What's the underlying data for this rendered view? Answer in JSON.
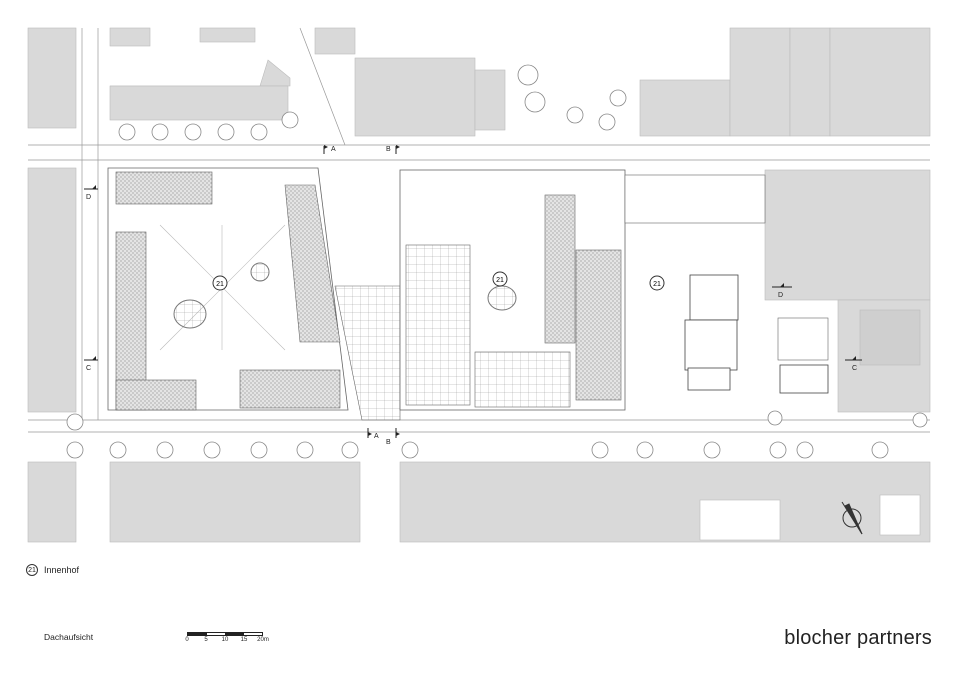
{
  "plan": {
    "courtyard_number": "21",
    "section_marks": {
      "a": "A",
      "b": "B",
      "c": "C",
      "d": "D"
    }
  },
  "legend": {
    "number": "21",
    "label": "Innenhof"
  },
  "view_title": "Dachaufsicht",
  "scale_bar": {
    "ticks": [
      "0",
      "5",
      "10",
      "15",
      "20m"
    ]
  },
  "brand": "blocher partners",
  "colors": {
    "building_fill": "#d9d9d9",
    "roof_hatch": "#bfbfbf",
    "line": "#555555",
    "background": "#ffffff"
  }
}
